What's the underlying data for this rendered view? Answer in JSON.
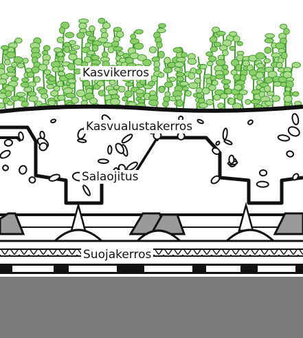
{
  "diagram": {
    "layers": [
      {
        "id": "plants",
        "label": "Kasvikerros"
      },
      {
        "id": "substrate",
        "label": "Kasvualustakerros"
      },
      {
        "id": "drainage",
        "label": "Salaojitus"
      },
      {
        "id": "protection",
        "label": "Suojakerros"
      }
    ]
  },
  "colors": {
    "foliage_dark": "#3f9a2b",
    "foliage_light": "#8ccf6a",
    "outline": "#111111",
    "drainage_gray": "#9a9a9a",
    "base_gray": "#7b7b7b",
    "background": "#ffffff"
  }
}
